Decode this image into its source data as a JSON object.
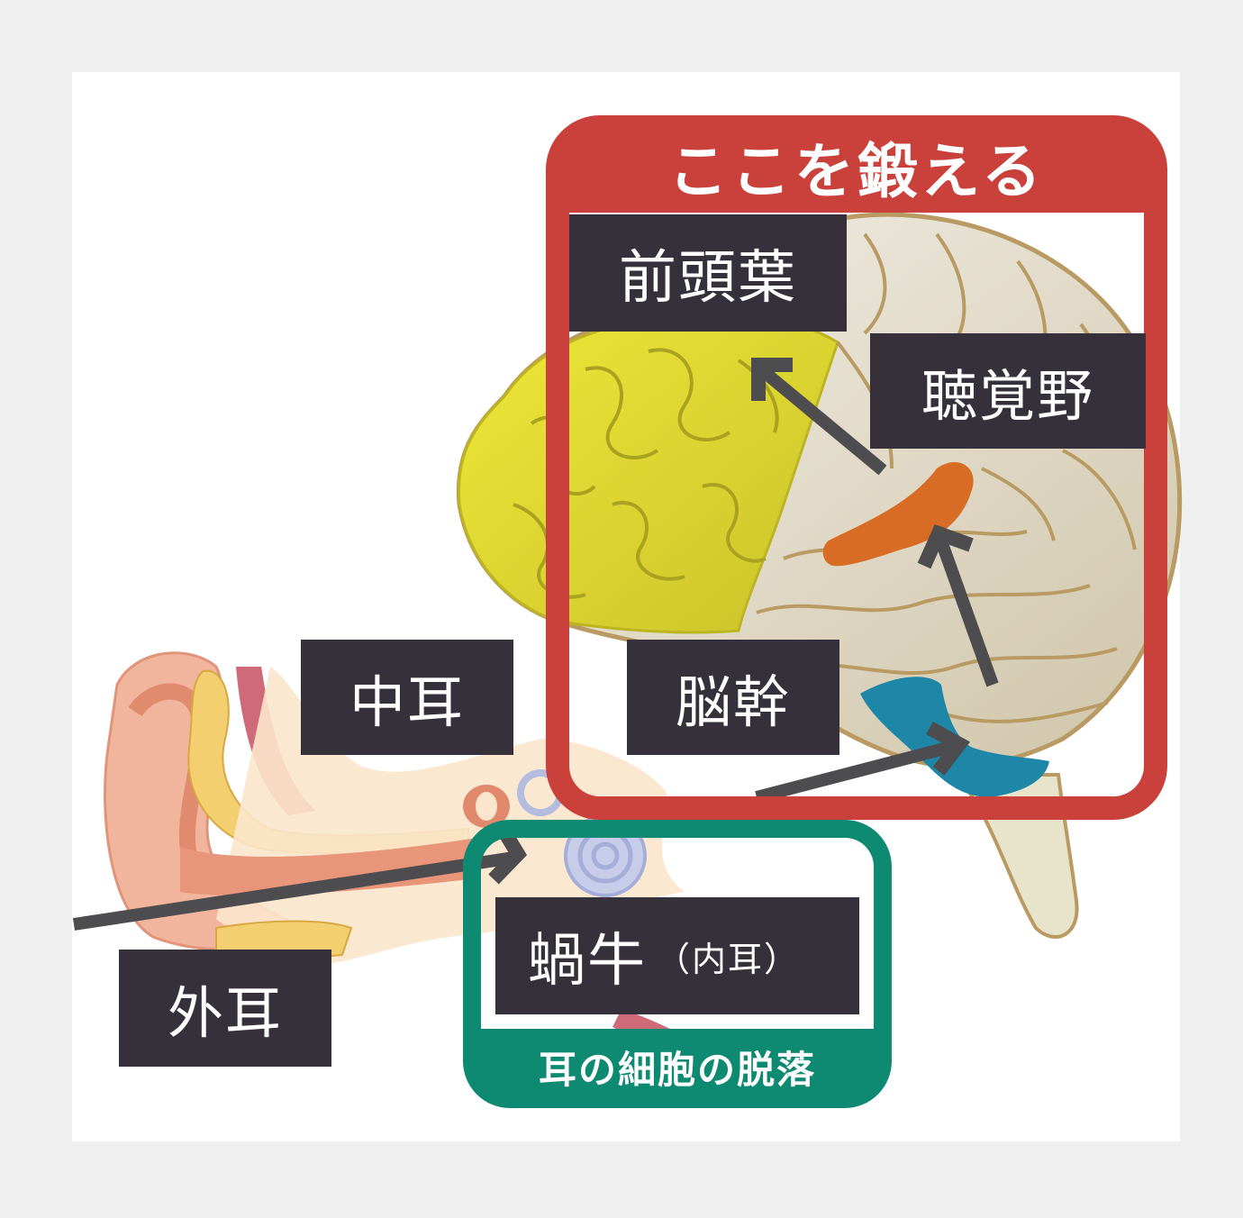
{
  "title": "ここを鍛える",
  "colors": {
    "focus_box": "#c9413a",
    "ear_box": "#0e8a72",
    "label_bg": "#35303a",
    "frontal_lobe": "#d9d62c",
    "auditory_cortex": "#d86c24",
    "brainstem": "#1e87a8",
    "arrow": "#4d4d50"
  },
  "labels": {
    "frontal_lobe": "前頭葉",
    "auditory_cortex": "聴覚野",
    "brainstem": "脳幹",
    "middle_ear": "中耳",
    "outer_ear": "外耳",
    "cochlea": "蝸牛",
    "cochlea_note": "（内耳）"
  },
  "ear_box_caption": "耳の細胞の脱落",
  "pathway": [
    "外耳",
    "中耳",
    "蝸牛（内耳）",
    "脳幹",
    "聴覚野",
    "前頭葉"
  ]
}
